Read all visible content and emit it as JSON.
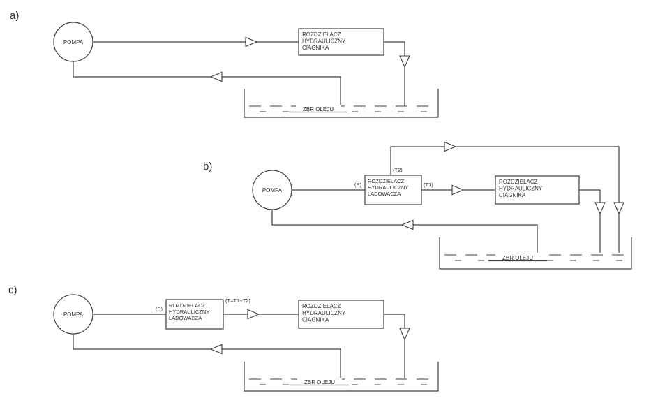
{
  "colors": {
    "line": "#404040",
    "text": "#2e2e2e",
    "background": "#ffffff"
  },
  "sections": {
    "a": {
      "label": "a)",
      "pump": "POMPA",
      "tractor_box": [
        "ROZDZIELACZ",
        "HYDRAULICZNY",
        "CIAGNIKA"
      ],
      "tank": "ZBR OLEJU"
    },
    "b": {
      "label": "b)",
      "pump": "POMPA",
      "port_p": "(P)",
      "port_t1": "(T1)",
      "port_t2": "(T2)",
      "loader_box": [
        "ROZDZIELACZ",
        "HYDRAULICZNY",
        "LADOWACZA"
      ],
      "tractor_box": [
        "ROZDZIELACZ",
        "HYDRAULICZNY",
        "CIAGNIKA"
      ],
      "tank": "ZBR OLEJU"
    },
    "c": {
      "label": "c)",
      "pump": "POMPA",
      "port_p": "(P)",
      "port_t": "(T=T1+T2)",
      "loader_box": [
        "ROZDZIELACZ",
        "HYDRAULICZNY",
        "LADOWACZA"
      ],
      "tractor_box": [
        "ROZDZIELACZ",
        "HYDRAULICZNY",
        "CIAGNIKA"
      ],
      "tank": "ZBR OLEJU"
    }
  }
}
